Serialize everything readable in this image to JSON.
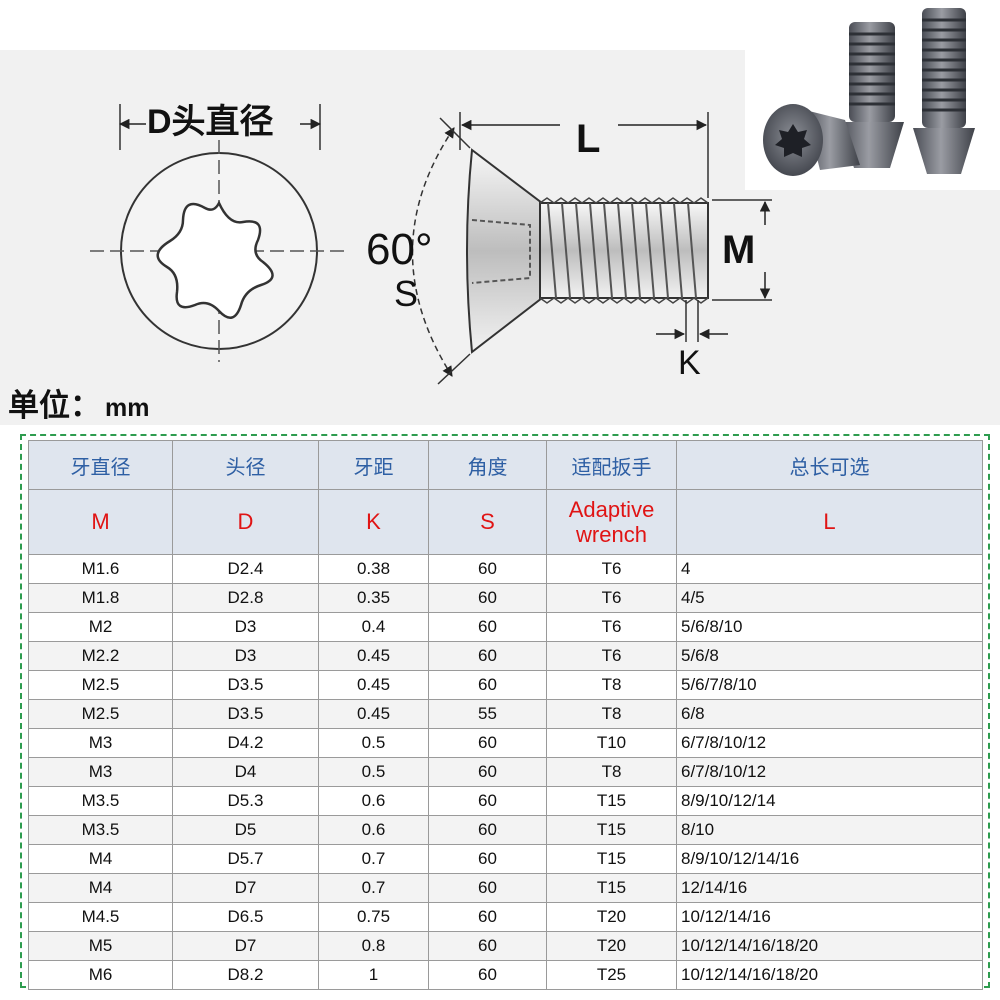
{
  "diagram": {
    "head_label": "D头直径",
    "length_label": "L",
    "angle_label": "60°",
    "angle_symbol": "S",
    "thread_label": "M",
    "pitch_label": "K",
    "unit_label": "单位：",
    "unit_value": "mm"
  },
  "table": {
    "headers_cn": [
      "牙直径",
      "头径",
      "牙距",
      "角度",
      "适配扳手",
      "总长可选"
    ],
    "headers_en": [
      "M",
      "D",
      "K",
      "S",
      "Adaptive wrench",
      "L"
    ],
    "rows": [
      [
        "M1.6",
        "D2.4",
        "0.38",
        "60",
        "T6",
        "4"
      ],
      [
        "M1.8",
        "D2.8",
        "0.35",
        "60",
        "T6",
        "4/5"
      ],
      [
        "M2",
        "D3",
        "0.4",
        "60",
        "T6",
        "5/6/8/10"
      ],
      [
        "M2.2",
        "D3",
        "0.45",
        "60",
        "T6",
        "5/6/8"
      ],
      [
        "M2.5",
        "D3.5",
        "0.45",
        "60",
        "T8",
        "5/6/7/8/10"
      ],
      [
        "M2.5",
        "D3.5",
        "0.45",
        "55",
        "T8",
        "6/8"
      ],
      [
        "M3",
        "D4.2",
        "0.5",
        "60",
        "T10",
        "6/7/8/10/12"
      ],
      [
        "M3",
        "D4",
        "0.5",
        "60",
        "T8",
        "6/7/8/10/12"
      ],
      [
        "M3.5",
        "D5.3",
        "0.6",
        "60",
        "T15",
        "8/9/10/12/14"
      ],
      [
        "M3.5",
        "D5",
        "0.6",
        "60",
        "T15",
        "8/10"
      ],
      [
        "M4",
        "D5.7",
        "0.7",
        "60",
        "T15",
        "8/9/10/12/14/16"
      ],
      [
        "M4",
        "D7",
        "0.7",
        "60",
        "T15",
        "12/14/16"
      ],
      [
        "M4.5",
        "D6.5",
        "0.75",
        "60",
        "T20",
        "10/12/14/16"
      ],
      [
        "M5",
        "D7",
        "0.8",
        "60",
        "T20",
        "10/12/14/16/18/20"
      ],
      [
        "M6",
        "D8.2",
        "1",
        "60",
        "T25",
        "10/12/14/16/18/20"
      ]
    ]
  }
}
